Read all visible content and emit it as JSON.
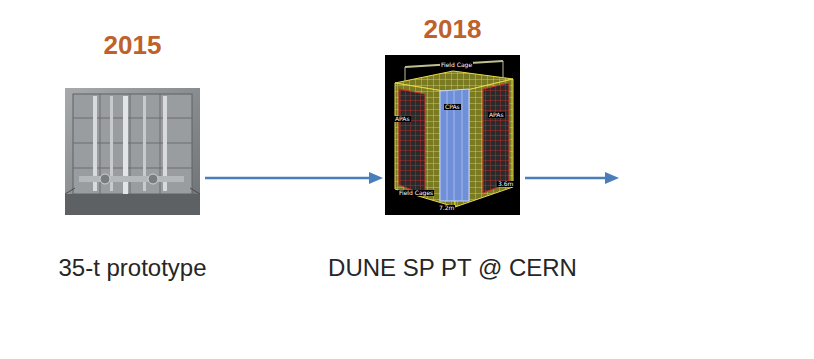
{
  "diagram": {
    "nodes": [
      {
        "text": [
          "2015",
          "35-t prototype"
        ]
      },
      {
        "text": [
          "2018",
          "DUNE SP PT @ CERN"
        ]
      }
    ],
    "edges": [
      {
        "from": 0,
        "to": 1,
        "arrow": "to"
      }
    ],
    "labels": [
      "Field Cage",
      "APAs",
      "CPAs",
      "APAs",
      "Field Cages",
      "3.6m",
      "7.2m"
    ]
  }
}
